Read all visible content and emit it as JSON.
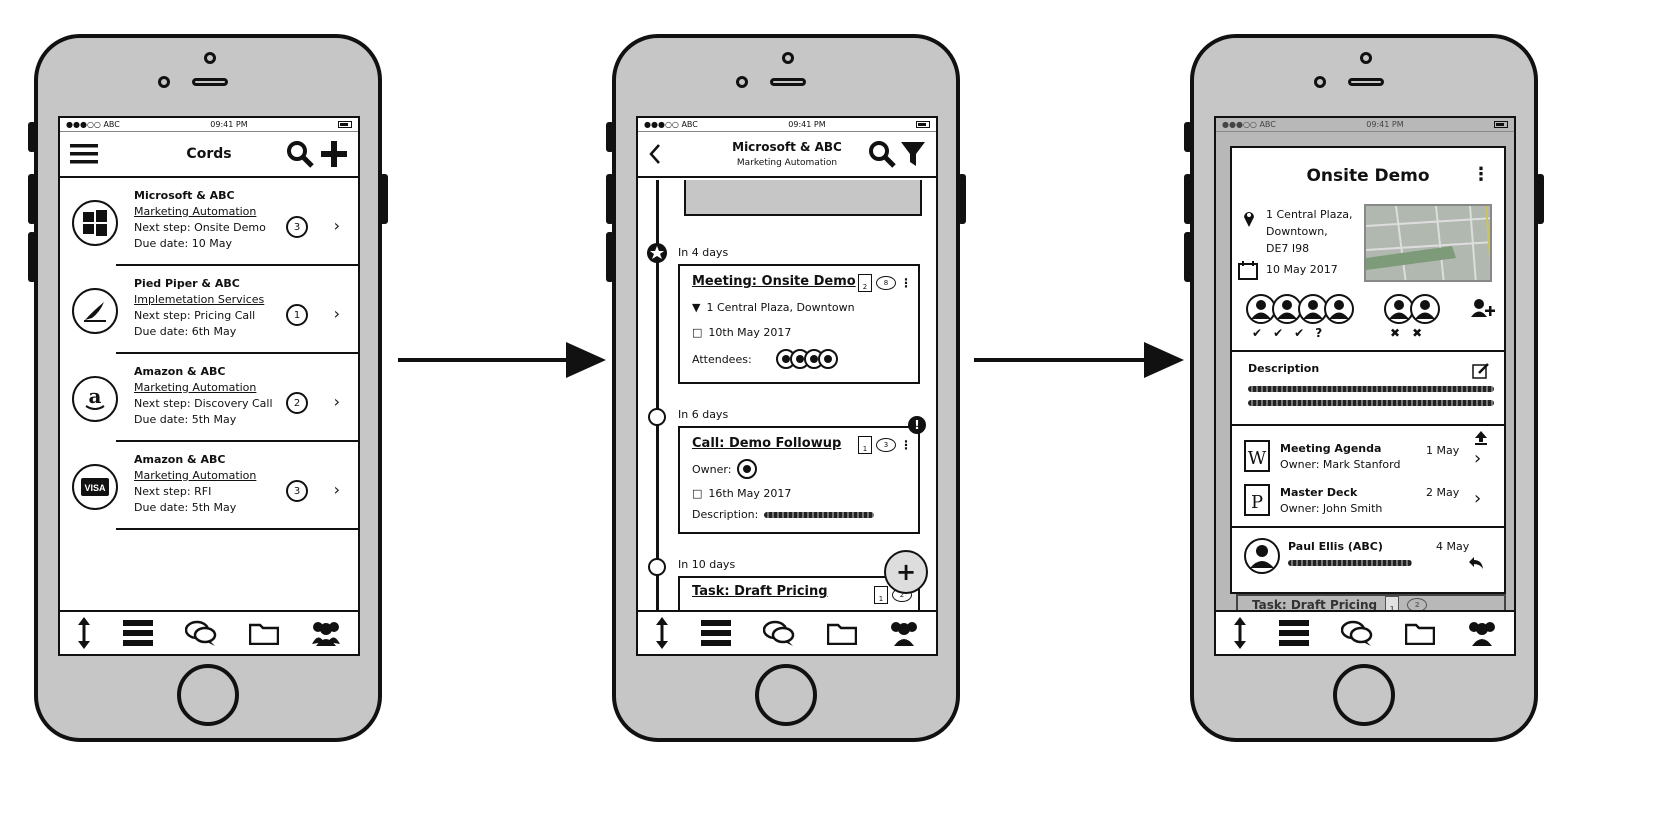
{
  "status": {
    "carrier": "●●●○○ ABC",
    "time": "09:41 PM"
  },
  "screen1": {
    "title": "Cords",
    "items": [
      {
        "company": "Microsoft & ABC",
        "product": "Marketing Automation",
        "next": "Next step: Onsite Demo",
        "due": "Due date: 10 May",
        "count": "3",
        "logo": "windows-logo"
      },
      {
        "company": "Pied Piper & ABC",
        "product": "Implemetation Services",
        "next": "Next step: Pricing Call",
        "due": "Due date: 6th May",
        "count": "1",
        "logo": "pied-piper-logo"
      },
      {
        "company": "Amazon & ABC",
        "product": "Marketing Automation",
        "next": "Next step: Discovery Call",
        "due": "Due date: 5th May",
        "count": "2",
        "logo": "amazon-logo"
      },
      {
        "company": "Amazon & ABC",
        "product": "Marketing Automation",
        "next": "Next step: RFI",
        "due": "Due date: 5th May",
        "count": "3",
        "logo": "visa-logo"
      }
    ]
  },
  "screen2": {
    "title": "Microsoft & ABC",
    "subtitle": "Marketing Automation",
    "events": [
      {
        "when": "In 4 days",
        "title": "Meeting: Onsite Demo",
        "docs": "2",
        "comments": "8",
        "location": "1 Central Plaza, Downtown",
        "date": "10th May 2017",
        "attendees_label": "Attendees:"
      },
      {
        "when": "In 6 days",
        "title": "Call: Demo Followup",
        "docs": "1",
        "comments": "3",
        "owner_label": "Owner:",
        "date": "16th May 2017",
        "desc_label": "Description:"
      },
      {
        "when": "In 10 days",
        "title": "Task: Draft Pricing",
        "docs": "1",
        "comments": "2"
      }
    ],
    "fab": "+"
  },
  "screen3": {
    "title": "Onsite Demo",
    "address": [
      "1 Central Plaza,",
      "Downtown,",
      "DE7 I98"
    ],
    "date": "10 May 2017",
    "description_label": "Description",
    "files": [
      {
        "name": "Meeting Agenda",
        "owner": "Owner: Mark Stanford",
        "date": "1 May",
        "type": "W"
      },
      {
        "name": "Master Deck",
        "owner": "Owner: John Smith",
        "date": "2 May",
        "type": "P"
      }
    ],
    "comment": {
      "author": "Paul Ellis (ABC)",
      "date": "4 May"
    },
    "behind_task": "Task: Draft Pricing",
    "behind_docs": "1",
    "behind_comments": "2"
  },
  "tabs": [
    "sort-icon",
    "list-icon",
    "chat-icon",
    "folder-icon",
    "team-icon"
  ]
}
